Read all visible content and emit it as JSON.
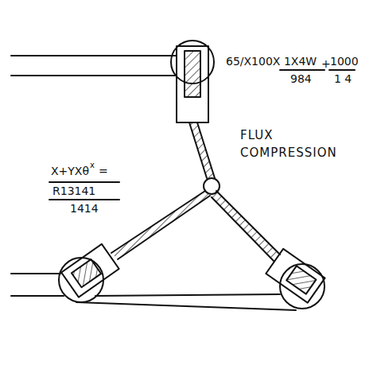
{
  "diagram": {
    "labels": [
      "65/X100X 1X4W",
      "984",
      "+",
      "1000",
      "1 4",
      "FLUX COMPRESSION",
      "X+YXθ",
      "x",
      "=",
      "R13141",
      "1414"
    ]
  }
}
